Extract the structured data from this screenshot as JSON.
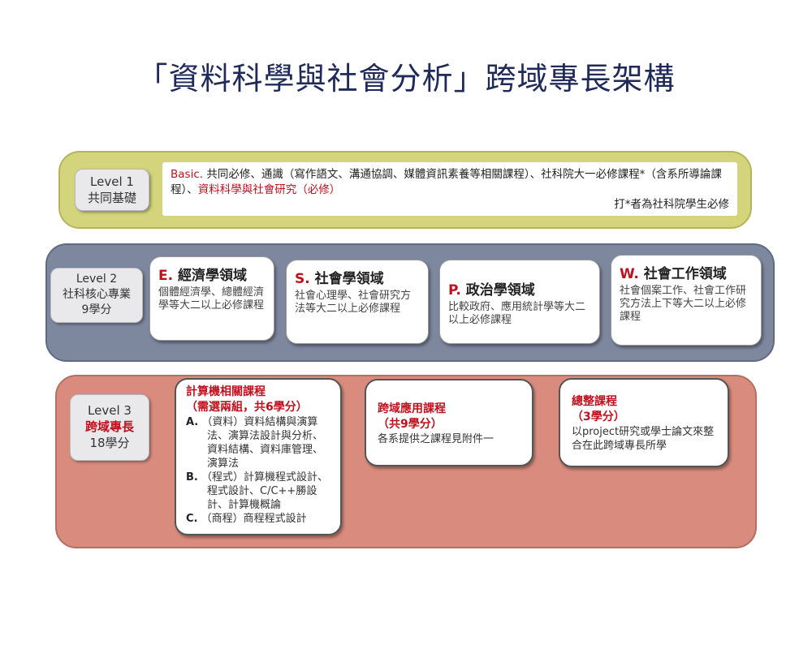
{
  "title": "「資料科學與社會分析」跨域專長架構",
  "level1": {
    "box": {
      "line1": "Level 1",
      "line2": "共同基礎"
    },
    "basic_tag": "Basic.",
    "text_main": "共同必修、通識（寫作語文、溝通協調、媒體資訊素養等相關課程）、社科院大一必修課程*（含系所導論課程）、",
    "text_red": "資料科學與社會研究（必修）",
    "note": "打*者為社科院學生必修"
  },
  "level2": {
    "box": {
      "line1": "Level 2",
      "line2": "社科核心專業",
      "line3": "9學分"
    },
    "cards": [
      {
        "letter": "E.",
        "name": "經濟學領域",
        "desc": "個體經濟學、總體經濟學等大二以上必修課程"
      },
      {
        "letter": "S.",
        "name": "社會學領域",
        "desc": "社會心理學、社會研究方法等大二以上必修課程"
      },
      {
        "letter": "P.",
        "name": "政治學領域",
        "desc": "比較政府、應用統計學等大二以上必修課程"
      },
      {
        "letter": "W.",
        "name": "社會工作領域",
        "desc": "社會個案工作、社會工作研究方法上下等大二以上必修課程"
      }
    ]
  },
  "level3": {
    "box": {
      "line1": "Level 3",
      "line2": "跨域專長",
      "line3": "18學分"
    },
    "computing": {
      "title1": "計算機相關課程",
      "title2": "（需選兩組，共6學分）",
      "items": [
        {
          "mark": "A.",
          "text": "（資料）資料結構與演算法、演算法設計與分析、資料結構、資料庫管理、演算法"
        },
        {
          "mark": "B.",
          "text": "（程式）計算機程式設計、程式設計、C/C++勝設計、計算機概論"
        },
        {
          "mark": "C.",
          "text": "（商程）商程程式設計"
        }
      ]
    },
    "cross": {
      "title1": "跨域應用課程",
      "title2": "（共9學分）",
      "desc": "各系提供之課程見附件一"
    },
    "final": {
      "title1": "總整課程",
      "title2": "（3學分）",
      "desc": "以project研究或學士論文來整合在此跨域專長所學"
    }
  }
}
